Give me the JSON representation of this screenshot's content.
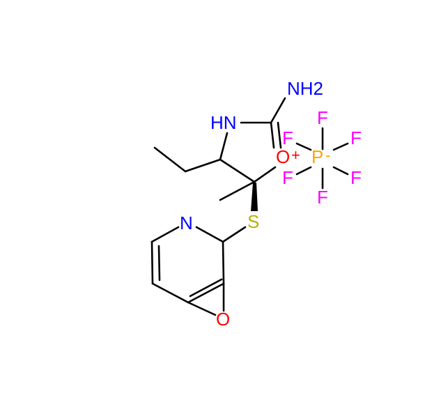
{
  "molecule": {
    "atoms": {
      "nh2": {
        "text": "NH2",
        "color": "#0000ff"
      },
      "hn": {
        "text": "HN",
        "color": "#0000ff"
      },
      "o_plus": {
        "text": "O",
        "color": "#ff0000"
      },
      "o_plus_charge": {
        "text": "+",
        "color": "#ff0000"
      },
      "s": {
        "text": "S",
        "color": "#b3b300"
      },
      "n_ring": {
        "text": "N",
        "color": "#0000ff"
      },
      "o_epoxide": {
        "text": "O",
        "color": "#ff0000"
      }
    }
  },
  "counterion": {
    "p": {
      "text": "P",
      "color": "#ffa500"
    },
    "p_charge": {
      "text": "-",
      "color": "#ffa500"
    },
    "fluorines": [
      {
        "text": "F",
        "color": "#ff00ff"
      },
      {
        "text": "F",
        "color": "#ff00ff"
      },
      {
        "text": "F",
        "color": "#ff00ff"
      },
      {
        "text": "F",
        "color": "#ff00ff"
      },
      {
        "text": "F",
        "color": "#ff00ff"
      },
      {
        "text": "F",
        "color": "#ff00ff"
      }
    ]
  },
  "colors": {
    "bond": "#000000",
    "background": "#ffffff"
  }
}
